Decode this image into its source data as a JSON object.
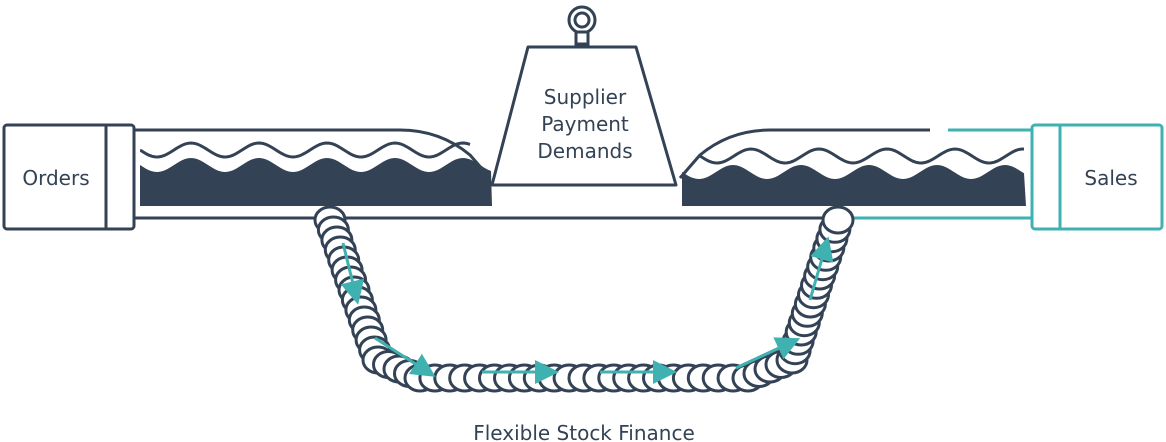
{
  "diagram": {
    "left_box_label": "Orders",
    "right_box_label": "Sales",
    "weight_label_lines": [
      "Supplier",
      "Payment",
      "Demands"
    ],
    "caption": "Flexible Stock Finance"
  },
  "colors": {
    "navy": "#344256",
    "teal": "#3fb1b0",
    "white": "#ffffff"
  },
  "icons": {
    "weight": "hanging-weight-icon",
    "hose": "flexible-hose-icon",
    "flow_arrows": "flow-arrow-icon"
  }
}
